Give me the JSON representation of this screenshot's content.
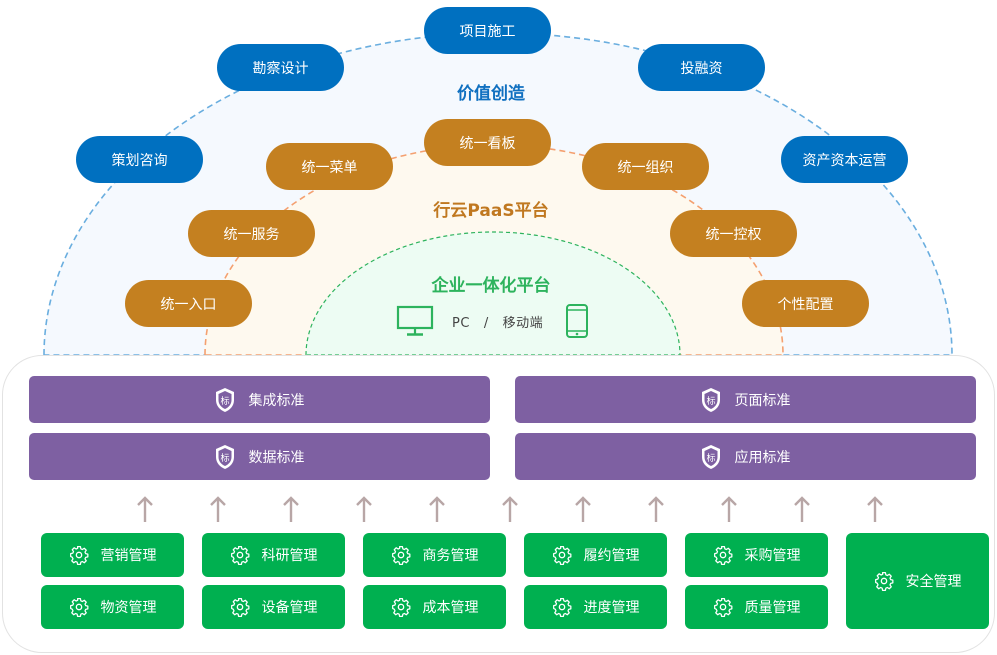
{
  "layers": {
    "outer": {
      "title": "价值创造",
      "color": "#0070c0",
      "items": [
        "策划咨询",
        "勘察设计",
        "项目施工",
        "投融资",
        "资产资本运营"
      ]
    },
    "middle": {
      "title": "行云PaaS平台",
      "color": "#c48020",
      "items": [
        "统一入口",
        "统一服务",
        "统一菜单",
        "统一看板",
        "统一组织",
        "统一控权",
        "个性配置"
      ]
    },
    "inner": {
      "title": "企业一体化平台",
      "color": "#2db35d",
      "device_label_pc": "PC",
      "device_sep": "/",
      "device_label_mobile": "移动端"
    }
  },
  "standards": {
    "color": "#7e60a2",
    "icon_glyph": "标",
    "items": [
      "集成标准",
      "页面标准",
      "数据标准",
      "应用标准"
    ]
  },
  "arrows": {
    "count": 11,
    "color": "#b8a6a6"
  },
  "modules": {
    "color": "#00b050",
    "items": [
      "营销管理",
      "科研管理",
      "商务管理",
      "履约管理",
      "采购管理",
      "物资管理",
      "设备管理",
      "成本管理",
      "进度管理",
      "质量管理",
      "安全管理"
    ]
  }
}
